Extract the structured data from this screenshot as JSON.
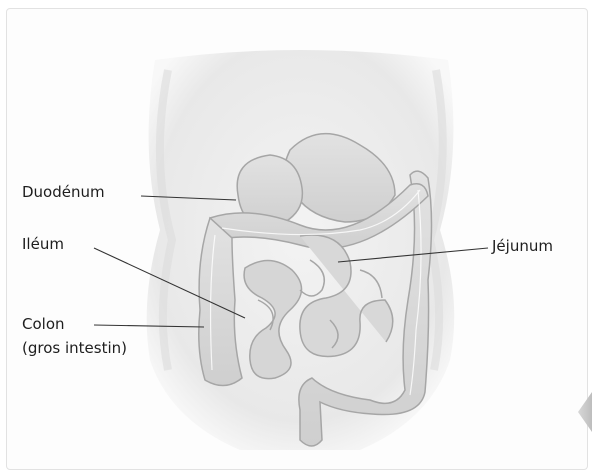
{
  "labels": {
    "duodenum": "Duodénum",
    "ileum": "Iléum",
    "colon_line1": "Colon",
    "colon_line2": "(gros intestin)",
    "jejunum": "Jéjunum"
  },
  "colors": {
    "skin": "#e9e9e9",
    "organ": "#dadada",
    "organ_outline": "#a6a6a6",
    "leader_line": "#333333"
  }
}
